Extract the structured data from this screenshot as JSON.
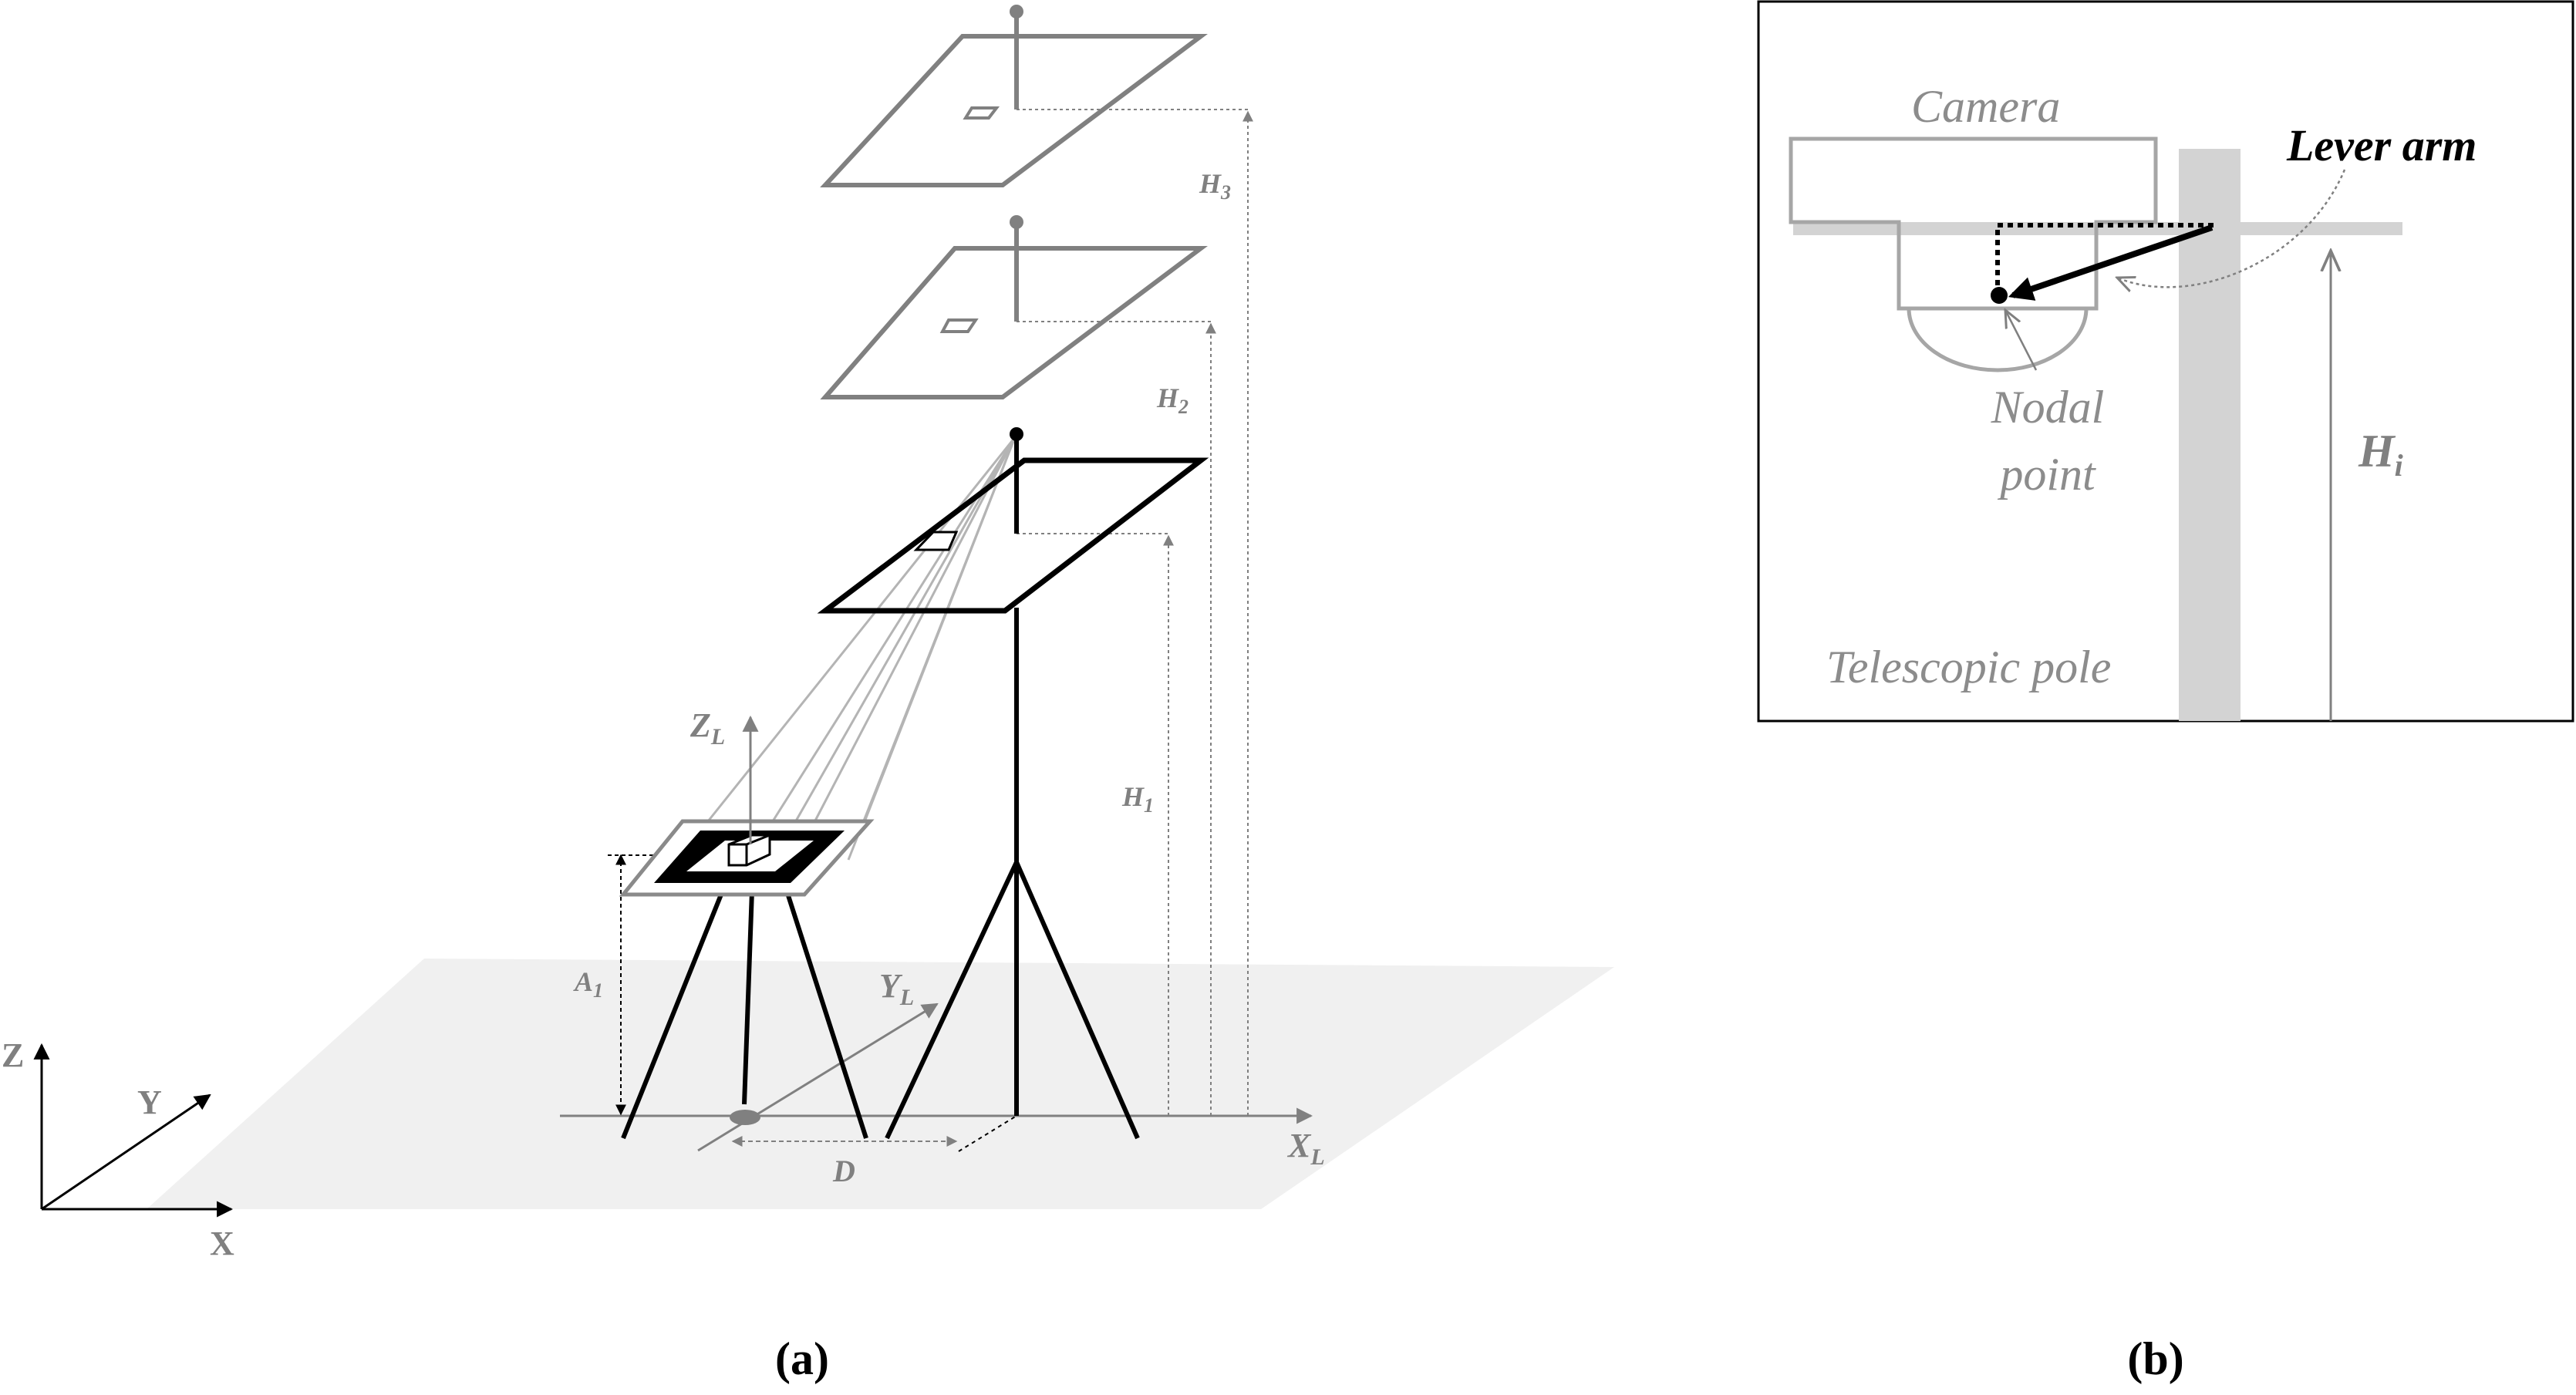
{
  "panel_a": {
    "world_axes": {
      "z": "Z",
      "y": "Y",
      "x": "X"
    },
    "local_axes": {
      "z": "Z",
      "z_sub": "L",
      "y": "Y",
      "y_sub": "L",
      "x": "X",
      "x_sub": "L"
    },
    "dims": {
      "h3": "H",
      "h3_sub": "3",
      "h2": "H",
      "h2_sub": "2",
      "h1": "H",
      "h1_sub": "1",
      "a1": "A",
      "a1_sub": "1",
      "d": "D"
    },
    "caption_open": "(",
    "caption_letter": "a",
    "caption_close": ")"
  },
  "panel_b": {
    "camera": "Camera",
    "lever_arm": "Lever arm",
    "nodal_line1": "Nodal",
    "nodal_line2": "point",
    "hi": "H",
    "hi_sub": "i",
    "telescopic_pole": "Telescopic pole",
    "caption_open": "(",
    "caption_letter": "b",
    "caption_close": ")"
  },
  "colors": {
    "black": "#000000",
    "grey": "#808080",
    "light_grey": "#b4b4b4",
    "pole_grey": "#d3d3d3",
    "ground": "#f0f0f0"
  }
}
